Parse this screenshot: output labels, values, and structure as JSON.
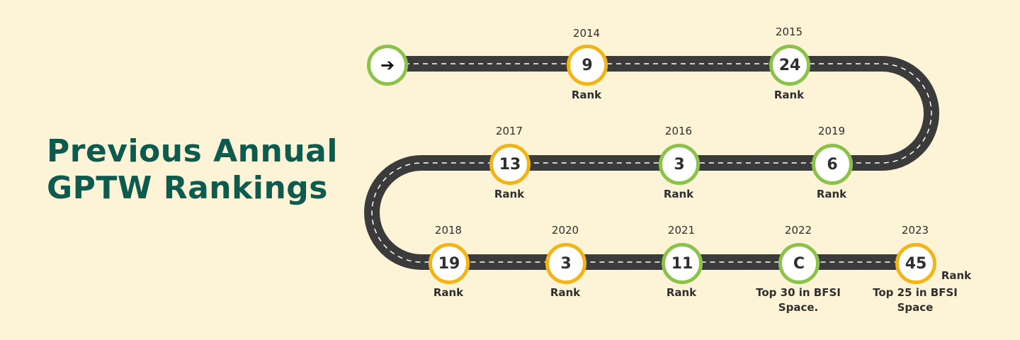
{
  "title": {
    "line1": "Previous Annual",
    "line2": "GPTW Rankings"
  },
  "start": {
    "icon": "arrow-right-icon",
    "glyph": "➔"
  },
  "colors": {
    "background": "#fdf3d6",
    "road": "#3b3b3b",
    "title": "#0d5a4e",
    "ring_yellow": "#f2b416",
    "ring_green": "#8bc34a"
  },
  "milestones": [
    {
      "year": "2014",
      "value": "9",
      "label": "Rank"
    },
    {
      "year": "2015",
      "value": "24",
      "label": "Rank"
    },
    {
      "year": "2019",
      "value": "6",
      "label": "Rank"
    },
    {
      "year": "2016",
      "value": "3",
      "label": "Rank"
    },
    {
      "year": "2017",
      "value": "13",
      "label": "Rank"
    },
    {
      "year": "2018",
      "value": "19",
      "label": "Rank"
    },
    {
      "year": "2020",
      "value": "3",
      "label": "Rank"
    },
    {
      "year": "2021",
      "value": "11",
      "label": "Rank"
    },
    {
      "year": "2022",
      "value": "C",
      "label": "Top 30 in BFSI Space."
    },
    {
      "year": "2023",
      "value": "45",
      "label": "Top 25 in BFSI Space",
      "side_label": "Rank"
    }
  ]
}
